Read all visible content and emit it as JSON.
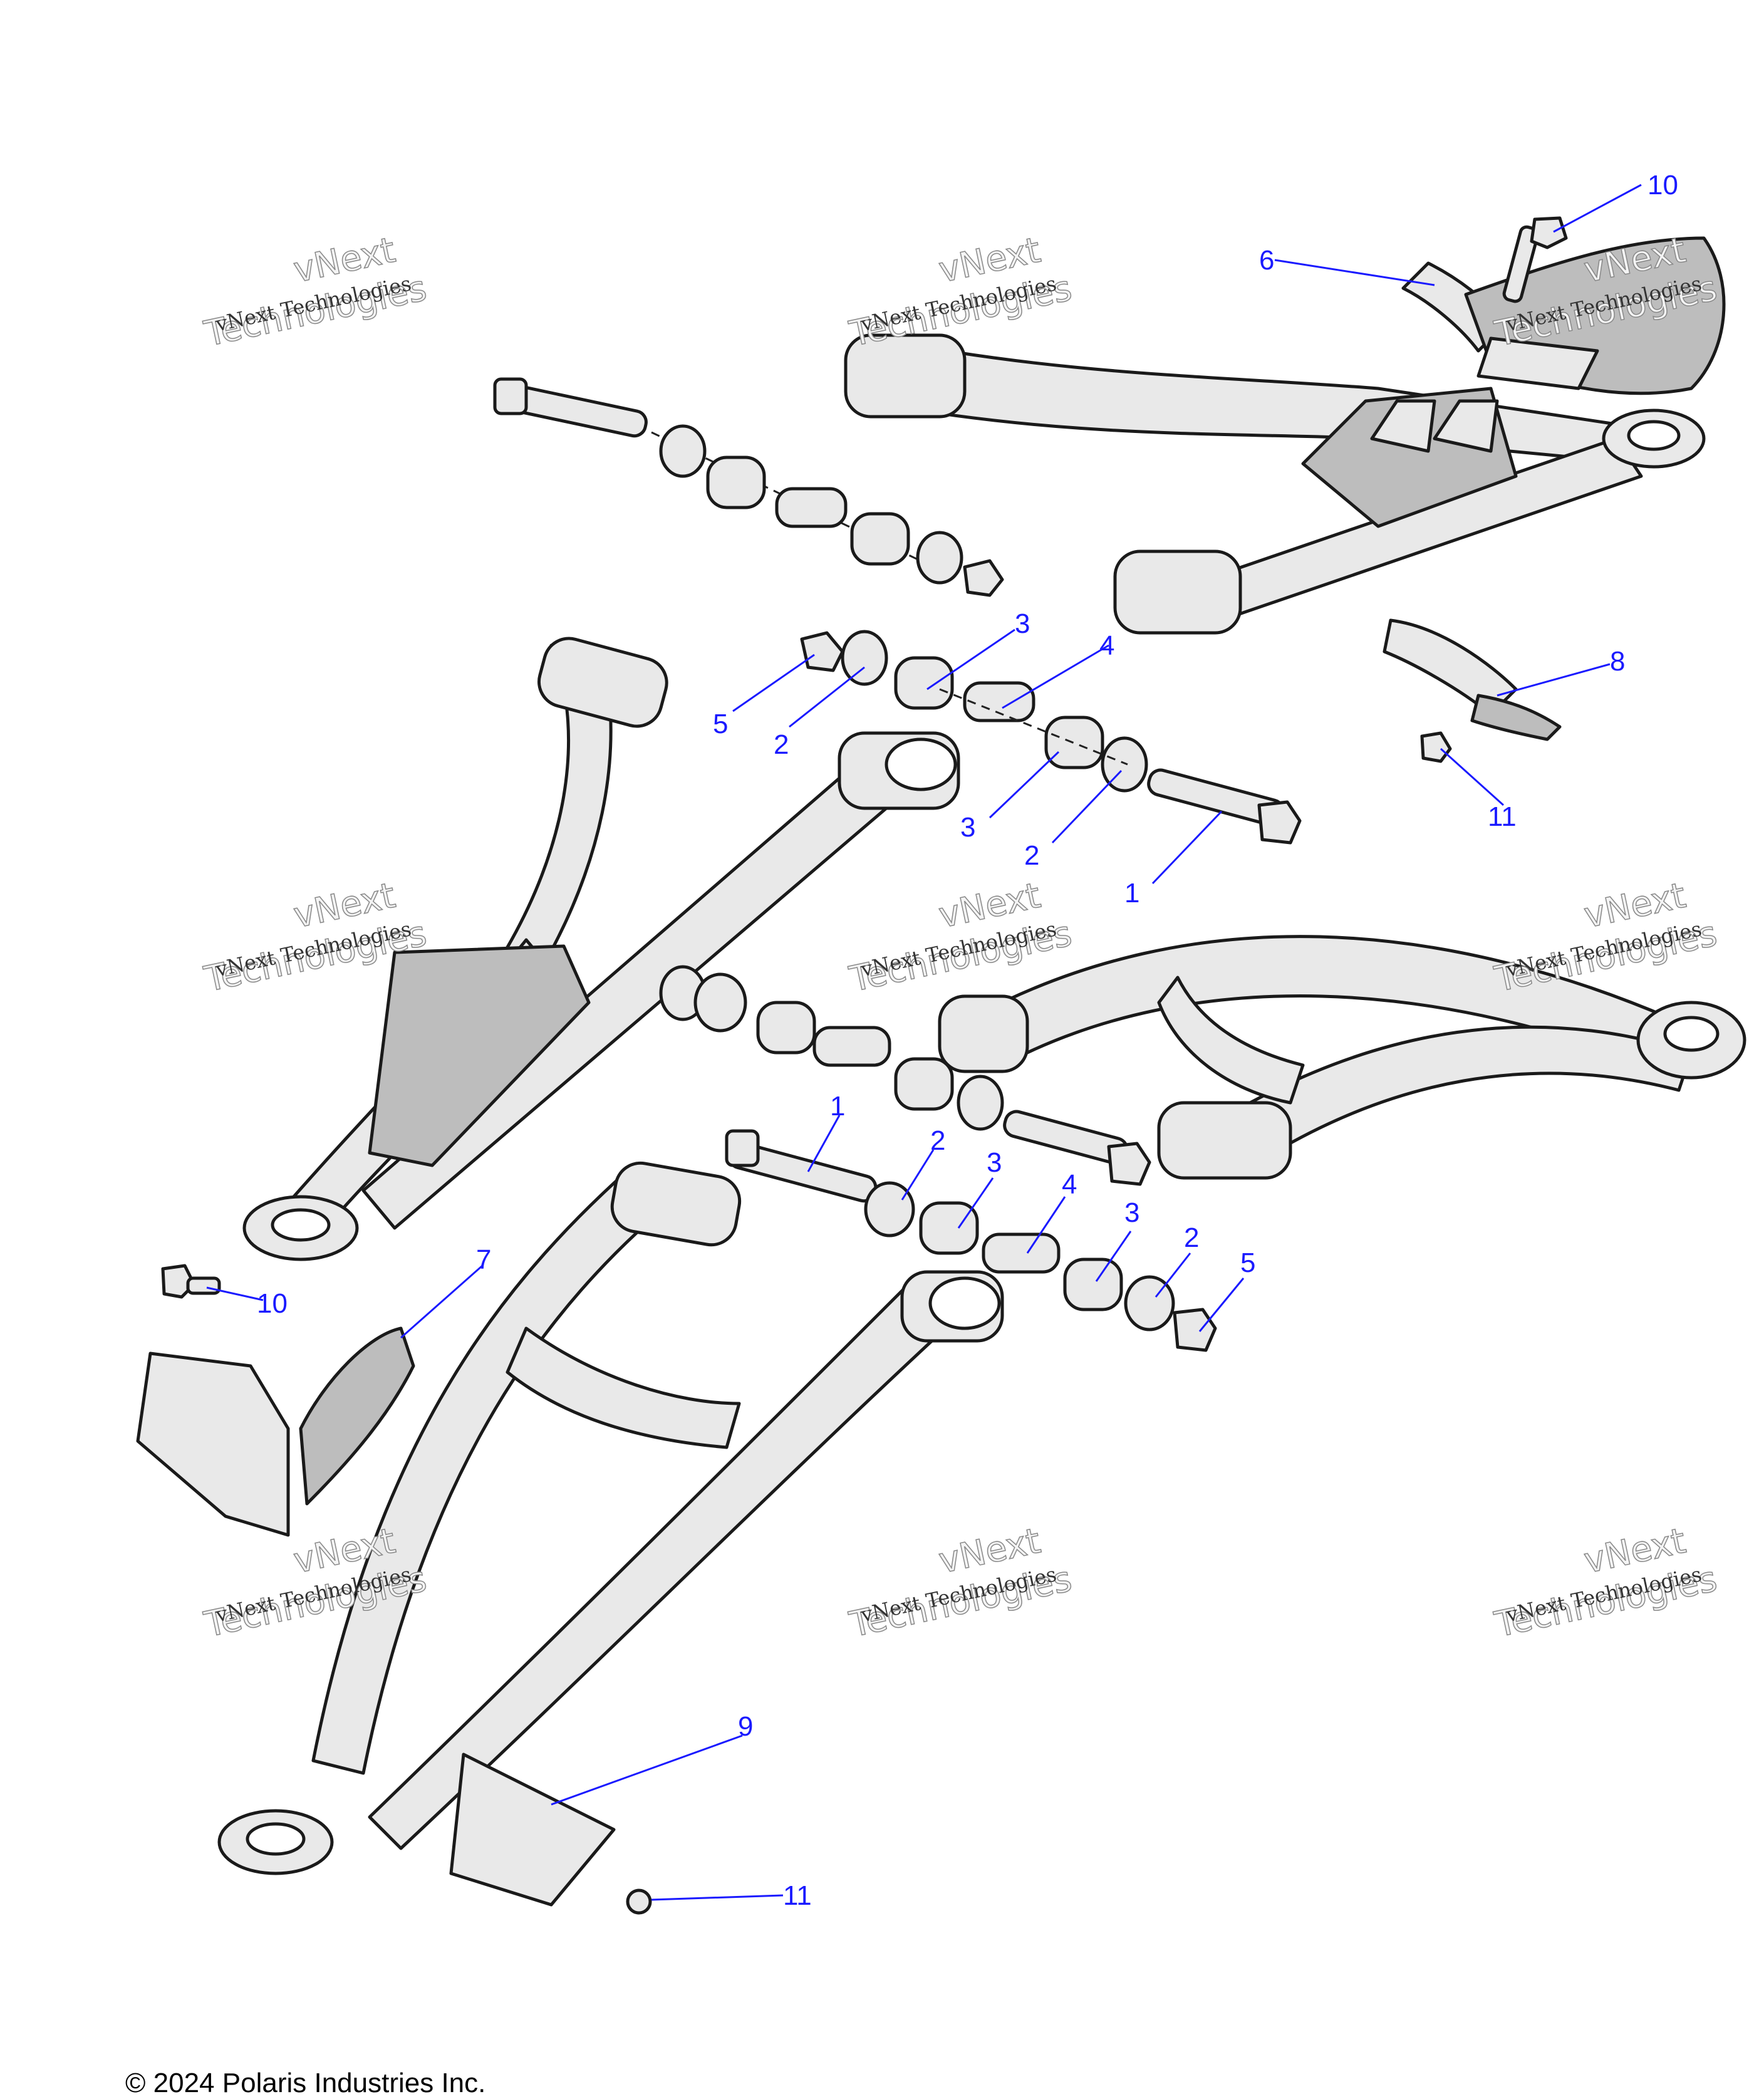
{
  "diagram": {
    "callouts": [
      "10",
      "6",
      "3",
      "4",
      "8",
      "5",
      "2",
      "11",
      "3",
      "2",
      "1",
      "1",
      "2",
      "3",
      "4",
      "3",
      "2",
      "5",
      "10",
      "7",
      "9",
      "11"
    ]
  },
  "watermark": {
    "line1": "vNext Technologies",
    "line2": "vNext",
    "line3": "Technologies"
  },
  "footer": {
    "copyright": "© 2024 Polaris Industries Inc."
  }
}
